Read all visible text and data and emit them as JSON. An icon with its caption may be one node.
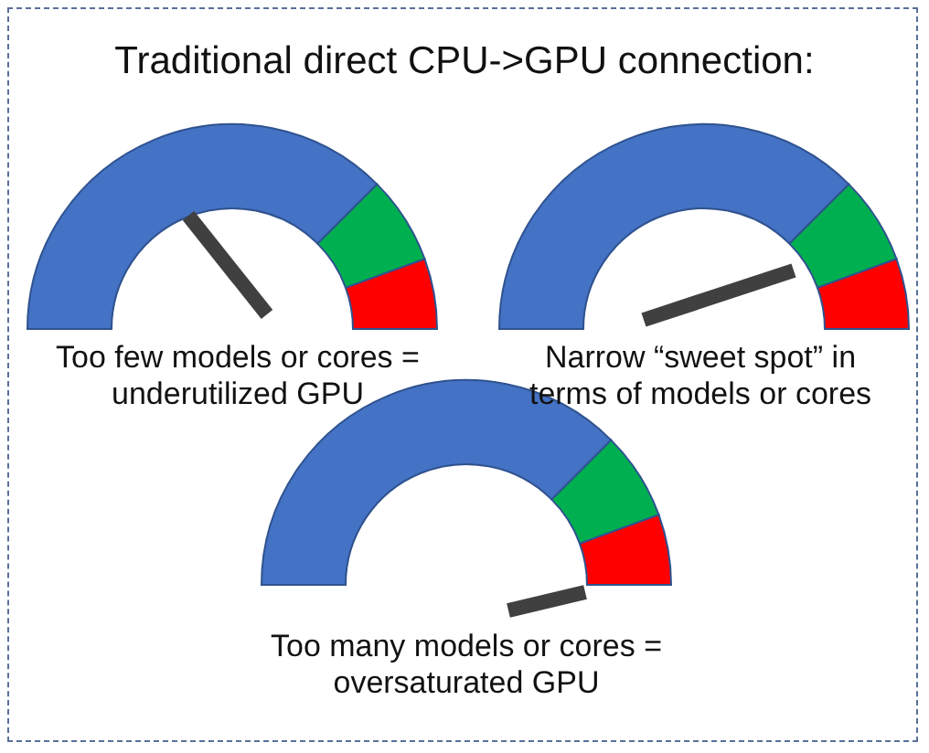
{
  "diagram": {
    "title": "Traditional direct CPU->GPU connection:",
    "labels": [
      "Too few models or cores = underutilized GPU",
      "Narrow “sweet spot” in terms of models or cores",
      "Too many models or cores = oversaturated GPU"
    ]
  }
}
